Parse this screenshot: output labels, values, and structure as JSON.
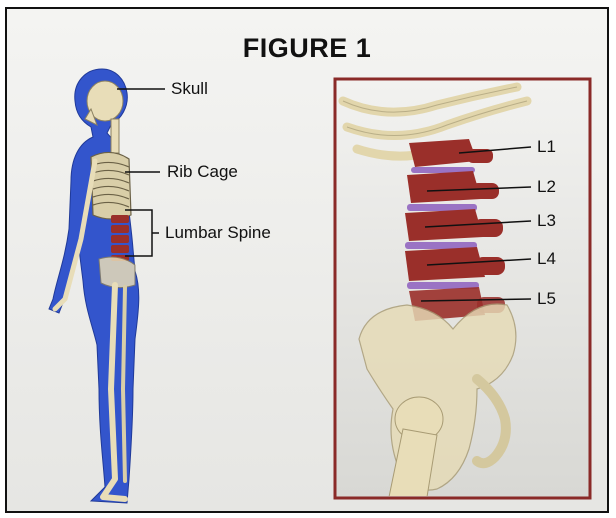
{
  "figure": {
    "title": "FIGURE 1"
  },
  "body_labels": {
    "skull": "Skull",
    "rib_cage": "Rib Cage",
    "lumbar_spine": "Lumbar Spine"
  },
  "vertebra_labels": [
    "L1",
    "L2",
    "L3",
    "L4",
    "L5"
  ],
  "colors": {
    "body_silhouette": "#3355cc",
    "bone": "#e8ddb8",
    "vertebra": "#9a2f2a",
    "disc": "#9a73c4",
    "inset_border": "#8a2a28"
  }
}
